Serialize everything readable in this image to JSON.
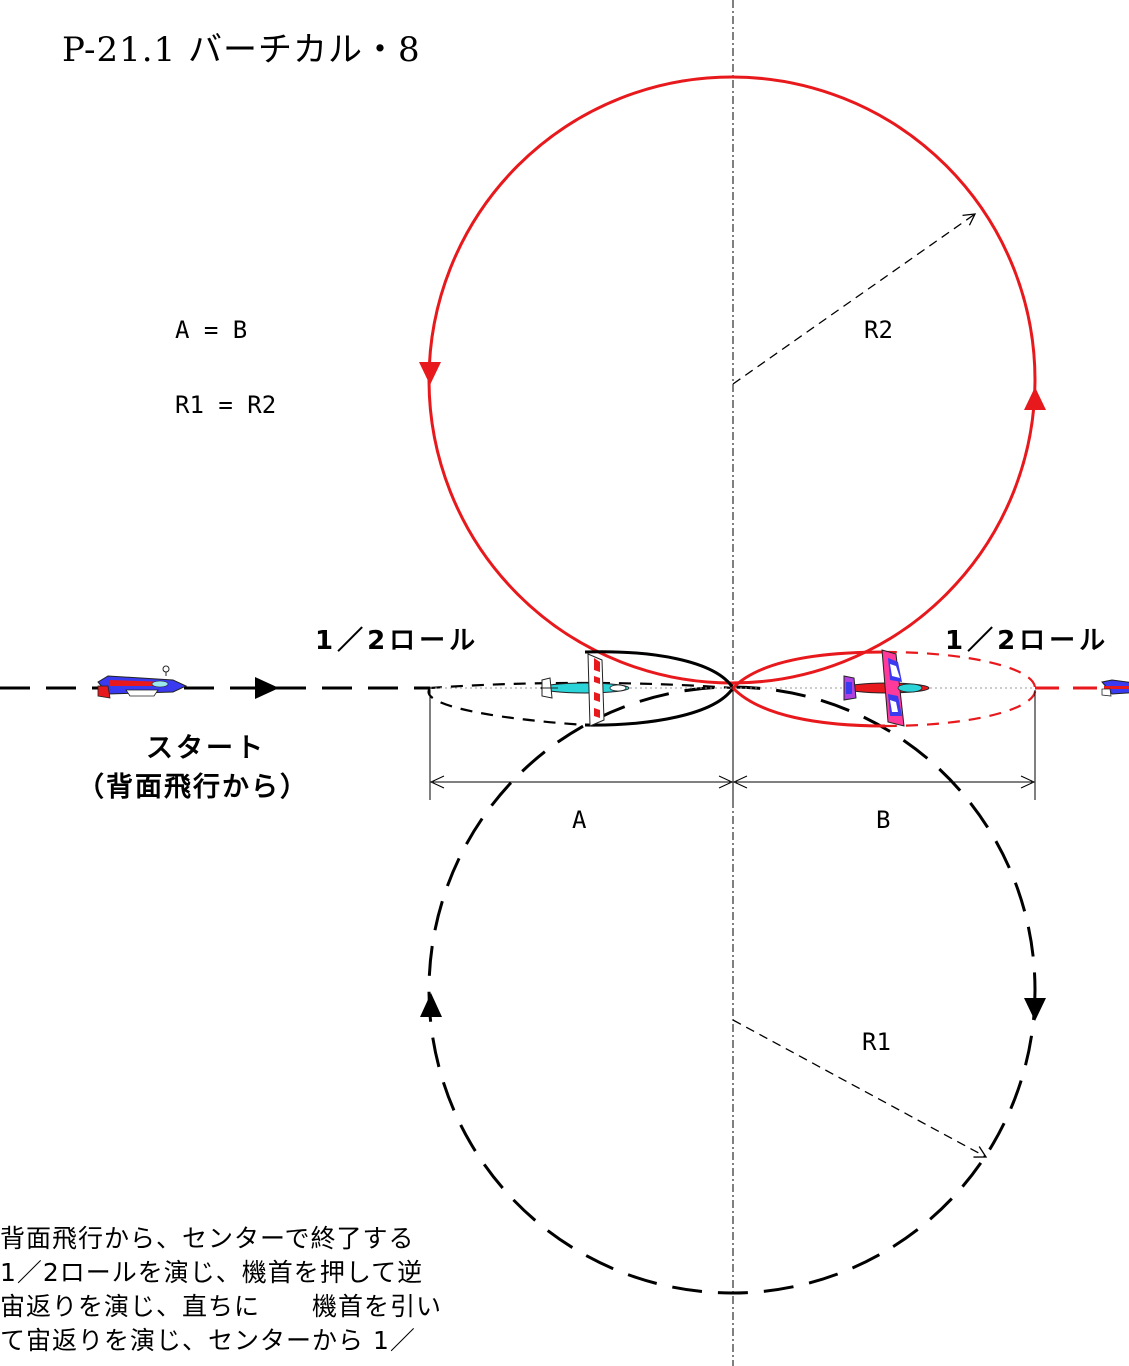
{
  "title": "P-21.1 バーチカル・8",
  "equations": {
    "ab": "A = B",
    "r": "R1 = R2"
  },
  "labels": {
    "r2": "R2",
    "r1": "R1",
    "a": "A",
    "b": "B"
  },
  "roll_labels": {
    "left": "1／2ロール",
    "right": "1／2ロール"
  },
  "start": {
    "line1": "スタート",
    "line2": "（背面飛行から）"
  },
  "description": [
    "背面飛行から、センターで終了する",
    "1／2ロールを演じ、機首を押して逆",
    "宙返りを演じ、直ちに　　機首を引い",
    "て宙返りを演じ、センターから 1／"
  ],
  "colors": {
    "upper_loop": "#e8191c",
    "lower_loop": "#000000",
    "plane_body": "#3a3af0",
    "plane_accent": "#e8191c",
    "glider_body": "#2ad4d8"
  },
  "icons": [
    "airplane-left-icon",
    "glider-icon",
    "airplane-right-icon",
    "airplane-exit-icon"
  ]
}
